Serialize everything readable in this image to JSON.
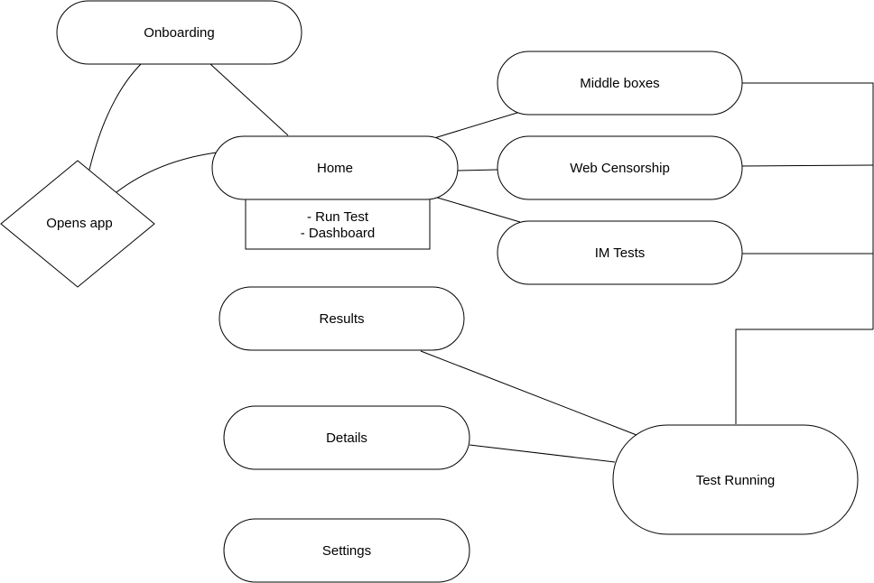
{
  "nodes": {
    "onboarding": "Onboarding",
    "opens_app": "Opens app",
    "home": "Home",
    "home_menu": [
      "- Run Test",
      "- Dashboard"
    ],
    "middle_boxes": "Middle boxes",
    "web_censorship": "Web Censorship",
    "im_tests": "IM Tests",
    "results": "Results",
    "details": "Details",
    "settings": "Settings",
    "test_running": "Test Running"
  },
  "colors": {
    "stroke": "#000000",
    "fill": "#ffffff",
    "text": "#000000"
  }
}
